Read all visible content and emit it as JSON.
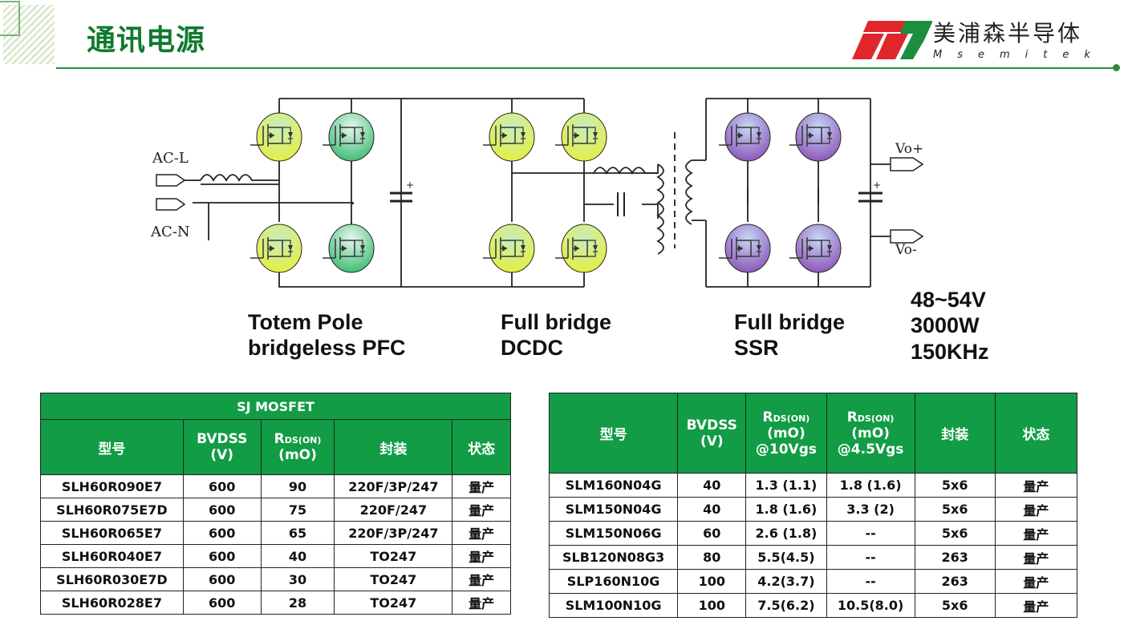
{
  "page": {
    "title": "通讯电源"
  },
  "logo": {
    "cn": "美浦森半导体",
    "en_letters": [
      "M",
      "s",
      "e",
      "m",
      "i",
      "t",
      "e",
      "k"
    ],
    "colors": {
      "red": "#e0262b",
      "green": "#1b8f3e"
    }
  },
  "circuit": {
    "ac_inputs": [
      "AC-L",
      "AC-N"
    ],
    "outputs": [
      "Vo+",
      "Vo-"
    ],
    "stages": [
      {
        "line1": "Totem Pole",
        "line2": "bridgeless PFC"
      },
      {
        "line1": "Full bridge",
        "line2": "DCDC"
      },
      {
        "line1": "Full bridge",
        "line2": "SSR"
      }
    ],
    "specs": [
      "48~54V",
      "3000W",
      "150KHz"
    ],
    "colors": {
      "yellow_green": "#d6e94a",
      "green": "#3fc07a",
      "purple": "#8e55b8"
    }
  },
  "table1": {
    "title": "SJ MOSFET",
    "headers": {
      "model": "型号",
      "bvdss": "BVDSS",
      "bvdss_unit": "(V)",
      "rds_r": "R",
      "rds_sub": "DS(ON)",
      "rds_unit": "(mO)",
      "package": "封装",
      "status": "状态"
    },
    "rows": [
      {
        "model": "SLH60R090E7",
        "bvdss": "600",
        "rds": "90",
        "package": "220F/3P/247",
        "status": "量产"
      },
      {
        "model": "SLH60R075E7D",
        "bvdss": "600",
        "rds": "75",
        "package": "220F/247",
        "status": "量产"
      },
      {
        "model": "SLH60R065E7",
        "bvdss": "600",
        "rds": "65",
        "package": "220F/3P/247",
        "status": "量产"
      },
      {
        "model": "SLH60R040E7",
        "bvdss": "600",
        "rds": "40",
        "package": "TO247",
        "status": "量产"
      },
      {
        "model": "SLH60R030E7D",
        "bvdss": "600",
        "rds": "30",
        "package": "TO247",
        "status": "量产"
      },
      {
        "model": "SLH60R028E7",
        "bvdss": "600",
        "rds": "28",
        "package": "TO247",
        "status": "量产"
      }
    ]
  },
  "table2": {
    "headers": {
      "model": "型号",
      "bvdss": "BVDSS",
      "bvdss_unit": "(V)",
      "rds_r": "R",
      "rds_sub": "DS(ON)",
      "rds_unit": "(mO)",
      "rds10_cond": "@10Vgs",
      "rds45_cond": "@4.5Vgs",
      "package": "封装",
      "status": "状态"
    },
    "rows": [
      {
        "model": "SLM160N04G",
        "bvdss": "40",
        "rds10": "1.3 (1.1)",
        "rds45": "1.8 (1.6)",
        "package": "5x6",
        "status": "量产"
      },
      {
        "model": "SLM150N04G",
        "bvdss": "40",
        "rds10": "1.8 (1.6)",
        "rds45": "3.3 (2)",
        "package": "5x6",
        "status": "量产"
      },
      {
        "model": "SLM150N06G",
        "bvdss": "60",
        "rds10": "2.6 (1.8)",
        "rds45": "--",
        "package": "5x6",
        "status": "量产"
      },
      {
        "model": "SLB120N08G3",
        "bvdss": "80",
        "rds10": "5.5(4.5)",
        "rds45": "--",
        "package": "263",
        "status": "量产"
      },
      {
        "model": "SLP160N10G",
        "bvdss": "100",
        "rds10": "4.2(3.7)",
        "rds45": "--",
        "package": "263",
        "status": "量产"
      },
      {
        "model": "SLM100N10G",
        "bvdss": "100",
        "rds10": "7.5(6.2)",
        "rds45": "10.5(8.0)",
        "package": "5x6",
        "status": "量产"
      }
    ]
  },
  "theme": {
    "brand_green": "#0f7a2f",
    "table_green": "#129c45"
  }
}
